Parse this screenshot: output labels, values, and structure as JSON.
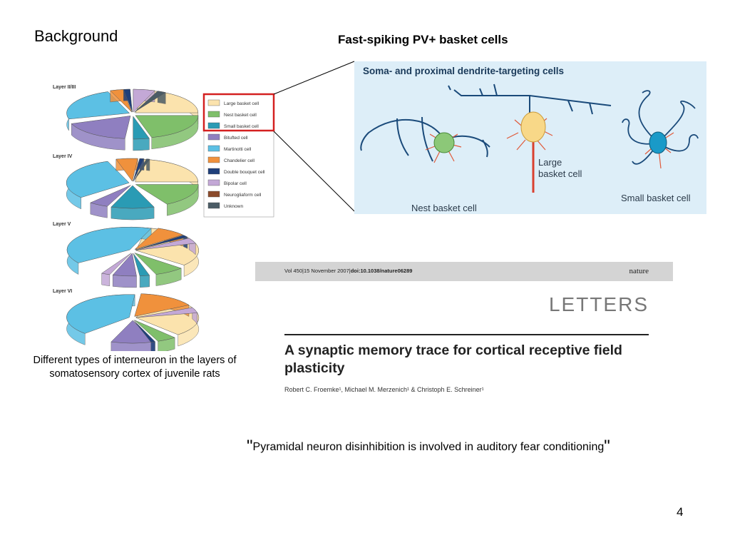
{
  "slide": {
    "title": "Background",
    "heading": "Fast-spiking PV+ basket cells",
    "caption": "Different types of interneuron in the layers of somatosensory cortex of juvenile rats",
    "quote_open": "\"",
    "quote_text": "Pyramidal neuron disinhibition is involved in auditory fear conditioning",
    "quote_close": "\"",
    "page_number": "4"
  },
  "pie_figure": {
    "layers": [
      "Layer II/III",
      "Layer IV",
      "Layer V",
      "Layer VI"
    ],
    "legend": [
      {
        "label": "Large basket cell",
        "color": "#fbe3ad"
      },
      {
        "label": "Nest basket cell",
        "color": "#7fbf6a"
      },
      {
        "label": "Small basket cell",
        "color": "#2a9bb4"
      },
      {
        "label": "Bitufted cell",
        "color": "#8f7fc0"
      },
      {
        "label": "Martinotti cell",
        "color": "#5cc0e4"
      },
      {
        "label": "Chandelier cell",
        "color": "#f0913c"
      },
      {
        "label": "Double bouquet cell",
        "color": "#1f3f7a"
      },
      {
        "label": "Bipolar cell",
        "color": "#c3a8d6"
      },
      {
        "label": "Neurogliaform cell",
        "color": "#8b4a2b"
      },
      {
        "label": "Unknown",
        "color": "#4b5c66"
      }
    ],
    "highlight_color": "#d42020"
  },
  "morphology": {
    "title": "Soma- and proximal dendrite-targeting cells",
    "nest_label": "Nest basket cell",
    "large_label_1": "Large",
    "large_label_2": "basket cell",
    "small_label": "Small basket cell"
  },
  "paper": {
    "ref_prefix": "Vol 450|15 November 2007|",
    "ref_doi": "doi:10.1038/nature06289",
    "journal": "nature",
    "kind": "LETTERS",
    "title": "A synaptic memory trace for cortical receptive field plasticity",
    "authors": "Robert C. Froemke¹, Michael M. Merzenich¹ & Christoph E. Schreiner¹"
  }
}
